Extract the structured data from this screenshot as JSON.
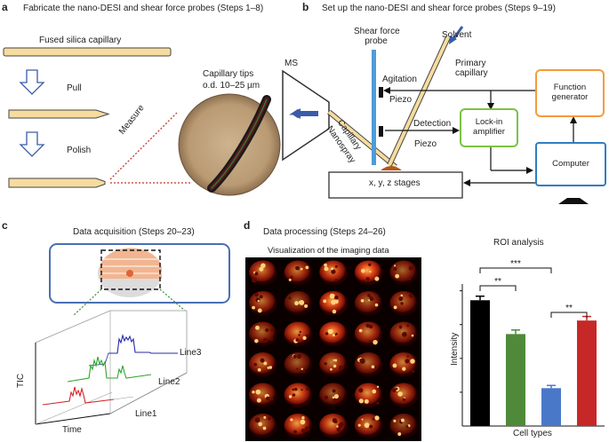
{
  "panels": {
    "a": {
      "letter": "a",
      "title": "Fabricate the nano-DESI and shear force probes (Steps 1–8)",
      "capillary_label": "Fused silica capillary",
      "step1": "Pull",
      "step2": "Polish",
      "measure": "Measure",
      "tips_title": "Capillary tips",
      "tips_od": "o.d. 10–25 µm"
    },
    "b": {
      "letter": "b",
      "title": "Set up the nano-DESI and shear force probes (Steps 9–19)",
      "shear_probe_1": "Shear force",
      "shear_probe_2": "probe",
      "solvent": "Solvent",
      "primary_1": "Primary",
      "primary_2": "capillary",
      "agitation": "Agitation",
      "piezo": "Piezo",
      "detection": "Detection",
      "ms": "MS",
      "capillary": "Capillary",
      "nanospray": "Nanospray",
      "lockin_1": "Lock-in",
      "lockin_2": "amplifier",
      "funcgen_1": "Function",
      "funcgen_2": "generator",
      "computer": "Computer",
      "stages": "x, y, z stages"
    },
    "c": {
      "letter": "c",
      "title": "Data acquisition (Steps 20–23)",
      "ylabel": "TIC",
      "xlabel": "Time",
      "line1": "Line1",
      "line2": "Line2",
      "line3": "Line3"
    },
    "d": {
      "letter": "d",
      "title": "Data processing (Steps 24–26)",
      "viz_title": "Visualization of the imaging data",
      "roi_title": "ROI analysis",
      "ylabel": "Intensity",
      "xlabel": "Cell types",
      "sig_a": "***",
      "sig_b": "**",
      "sig_c": "**"
    }
  },
  "colors": {
    "box_green": "#7cc242",
    "box_orange": "#f39c3d",
    "box_blue": "#2f7fc1",
    "frame_blue": "#4a6fb3",
    "bar_black": "#000000",
    "bar_green": "#4f8a3a",
    "bar_blue": "#4a78c9",
    "bar_red": "#c62828"
  },
  "chart_data": {
    "type": "bar",
    "title": "ROI analysis",
    "xlabel": "Cell types",
    "ylabel": "Intensity",
    "categories": [
      "",
      "",
      "",
      ""
    ],
    "values": [
      0.93,
      0.68,
      0.28,
      0.78
    ],
    "errors": [
      0.03,
      0.03,
      0.02,
      0.03
    ],
    "colors": [
      "#000000",
      "#4f8a3a",
      "#4a78c9",
      "#c62828"
    ],
    "ylim": [
      0,
      1.05
    ],
    "significance": [
      {
        "from": 0,
        "to": 2,
        "label": "***"
      },
      {
        "from": 0,
        "to": 1,
        "label": "**"
      },
      {
        "from": 2,
        "to": 3,
        "label": "**"
      }
    ]
  }
}
